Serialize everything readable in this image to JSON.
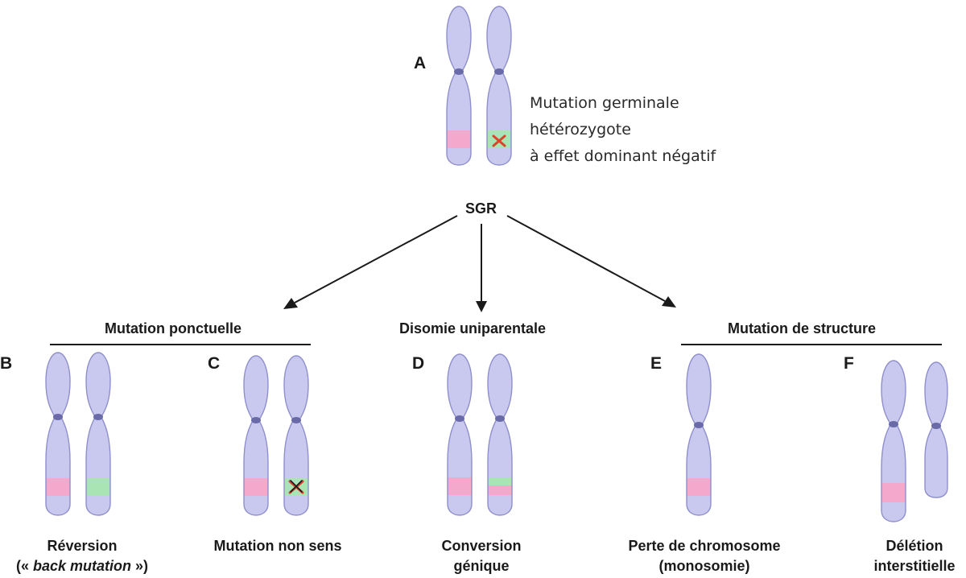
{
  "panel_a": {
    "letter": "A",
    "description": [
      "Mutation germinale",
      "hétérozygote",
      "à effet dominant négatif"
    ]
  },
  "root": {
    "label": "SGR"
  },
  "groups": [
    {
      "label": "Mutation ponctuelle"
    },
    {
      "label": "Disomie uniparentale"
    },
    {
      "label": "Mutation de structure"
    }
  ],
  "panels": [
    {
      "letter": "B",
      "caption": [
        "Réversion",
        "(« back mutation »)"
      ]
    },
    {
      "letter": "C",
      "caption": [
        "Mutation non sens"
      ]
    },
    {
      "letter": "D",
      "caption": [
        "Conversion",
        "génique"
      ]
    },
    {
      "letter": "E",
      "caption": [
        "Perte de chromosome",
        "(monosomie)"
      ]
    },
    {
      "letter": "F",
      "caption": [
        "Délétion",
        "interstitielle"
      ]
    }
  ],
  "colors": {
    "chromosome_fill": "#c9c9ef",
    "chromosome_stroke": "#8f8fcc",
    "centromere": "#6a6aa8",
    "normal_band": "#f4a8cc",
    "mutant_band": "#a8e4b4",
    "mutation_mark": "#d8442c",
    "line": "#1a1a1a"
  }
}
